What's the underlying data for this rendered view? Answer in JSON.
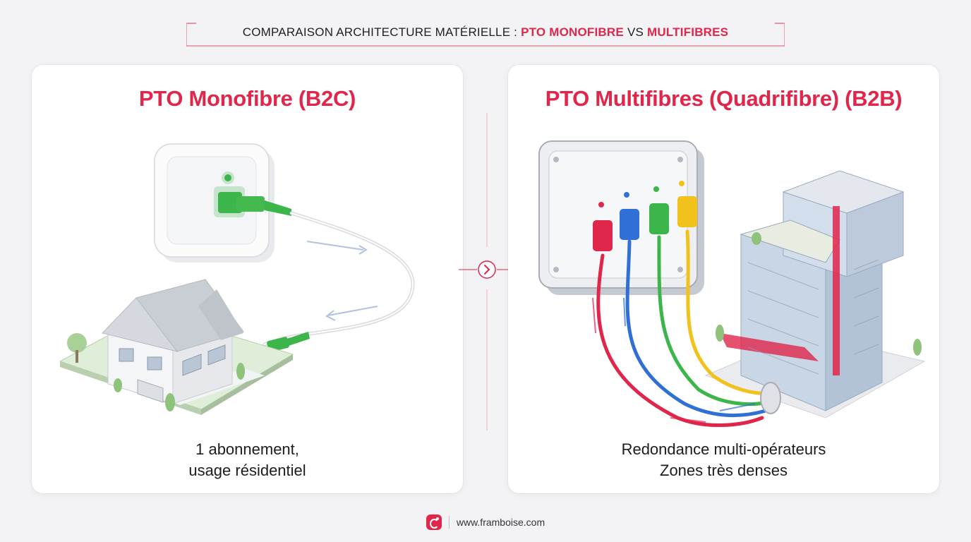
{
  "header": {
    "prefix": "COMPARAISON ARCHITECTURE MATÉRIELLE :",
    "highlight_1": "PTO MONOFIBRE",
    "middle": "VS",
    "highlight_2": "MULTIFIBRES"
  },
  "left_panel": {
    "title": "PTO Monofibre (B2C)",
    "caption_line_1": "1 abonnement,",
    "caption_line_2": "usage résidentiel"
  },
  "right_panel": {
    "title": "PTO Multifibres (Quadrifibre) (B2B)",
    "caption_line_1": "Redondance multi-opérateurs",
    "caption_line_2": "Zones très denses"
  },
  "footer": {
    "url": "www.framboise.com"
  },
  "colors": {
    "accent": "#e0264b",
    "fiber_green": "#3cb54a",
    "fiber_red": "#e0264b",
    "fiber_blue": "#2f6fd6",
    "fiber_yellow": "#f1c21b"
  },
  "icons": {
    "divider_arrow": "chevron-right-icon",
    "footer_logo": "framboise-logo-icon"
  }
}
